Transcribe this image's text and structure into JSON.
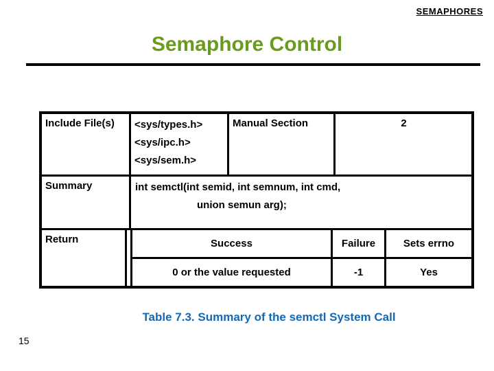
{
  "page": {
    "header_label": "SEMAPHORES",
    "title": "Semaphore Control",
    "caption": "Table 7.3. Summary of the semctl System Call",
    "page_number": "15"
  },
  "colors": {
    "title_green": "#699B1E",
    "caption_blue": "#1568B3",
    "text_black": "#000000",
    "background": "#FFFFFF"
  },
  "table": {
    "include_label": "Include File(s)",
    "include_files": [
      "<sys/types.h>",
      "<sys/ipc.h>",
      "<sys/sem.h>"
    ],
    "manual_section_label": "Manual Section",
    "manual_section_value": "2",
    "summary_label": "Summary",
    "summary_line1": "int semctl(int semid, int semnum, int cmd,",
    "summary_line2": "union semun arg);",
    "return_label": "Return",
    "return_headers": [
      "Success",
      "Failure",
      "Sets errno"
    ],
    "return_values": [
      "0 or the value requested",
      "-1",
      "Yes"
    ]
  }
}
